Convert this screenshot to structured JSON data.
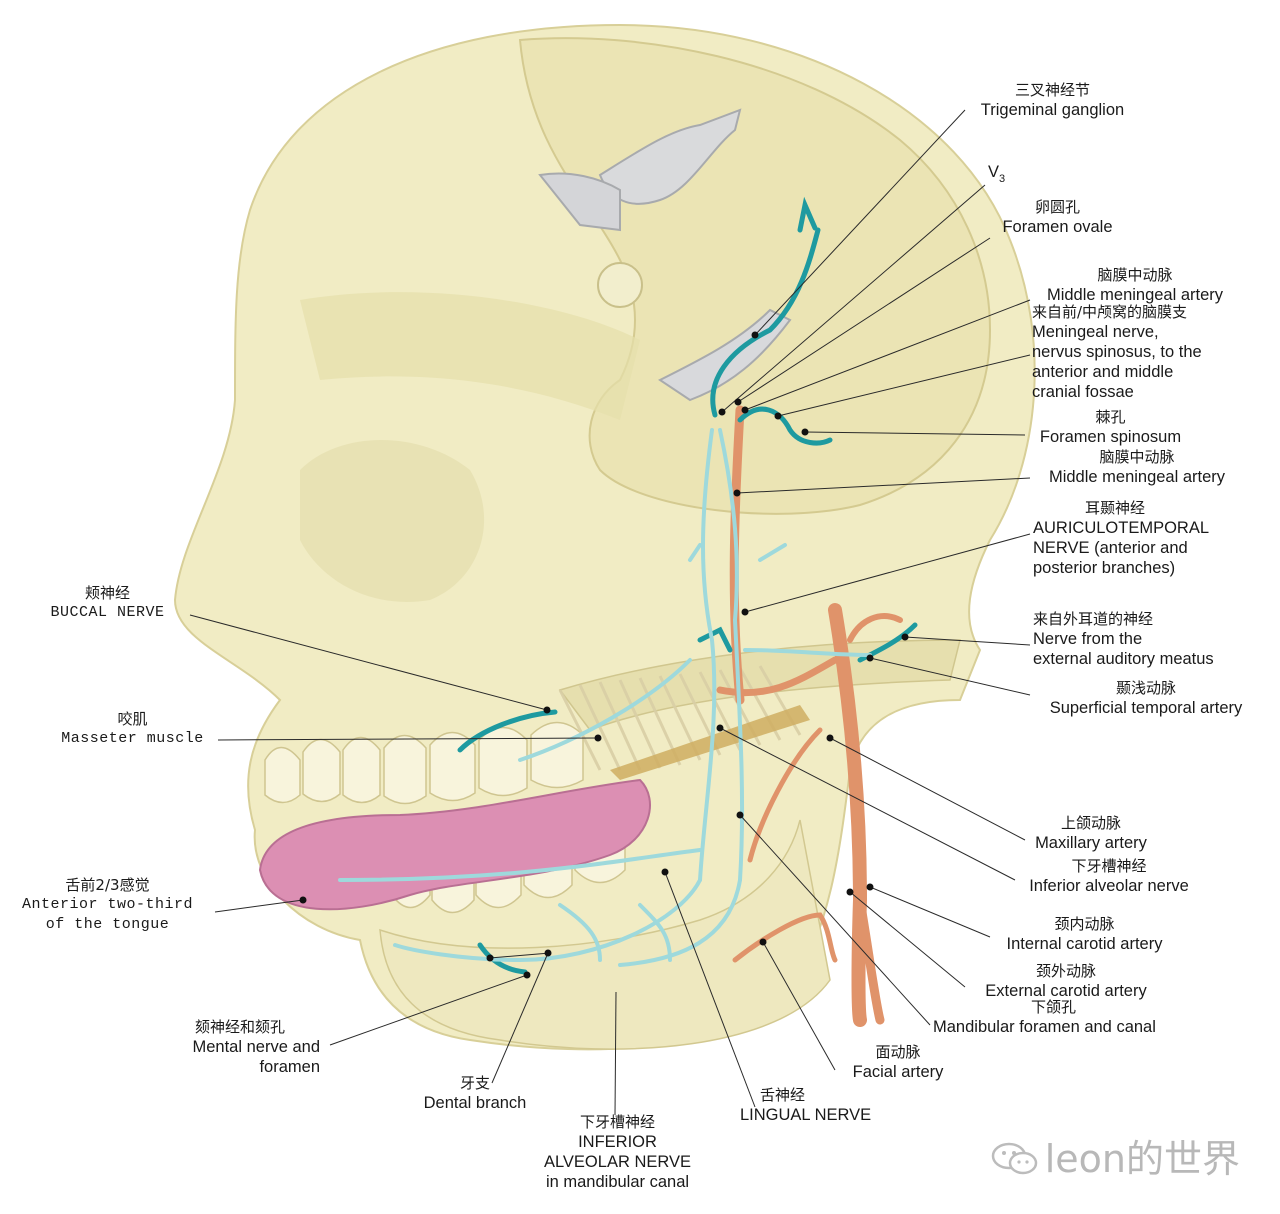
{
  "labels": {
    "trigeminal_ganglion": {
      "zh": "三叉神经节",
      "en": "Trigeminal ganglion"
    },
    "v3": {
      "en": "V",
      "sub": "3"
    },
    "foramen_ovale": {
      "zh": "卵圆孔",
      "en": "Foramen ovale"
    },
    "middle_meningeal_artery_top": {
      "zh": "脑膜中动脉",
      "en": "Middle meningeal artery"
    },
    "meningeal_nerve": {
      "zh": "来自前/中颅窝的脑膜支",
      "en1": "Meningeal nerve,",
      "en2": "nervus spinosus, to the",
      "en3": "anterior and middle",
      "en4": "cranial fossae"
    },
    "foramen_spinosum": {
      "zh": "棘孔",
      "en": "Foramen spinosum"
    },
    "middle_meningeal_artery_low": {
      "zh": "脑膜中动脉",
      "en": "Middle meningeal artery"
    },
    "auriculotemporal": {
      "zh": "耳颞神经",
      "en1": "AURICULOTEMPORAL",
      "en2": "NERVE (anterior and",
      "en3": "posterior branches)"
    },
    "nerve_external_auditory": {
      "zh": "来自外耳道的神经",
      "en1": "Nerve from the",
      "en2": "external auditory meatus"
    },
    "superficial_temporal": {
      "zh": "颞浅动脉",
      "en": "Superficial temporal artery"
    },
    "maxillary_artery": {
      "zh": "上颌动脉",
      "en": "Maxillary artery"
    },
    "inferior_alveolar_nerve_r": {
      "zh": "下牙槽神经",
      "en": "Inferior alveolar nerve"
    },
    "internal_carotid": {
      "zh": "颈内动脉",
      "en": "Internal carotid artery"
    },
    "external_carotid": {
      "zh": "颈外动脉",
      "en": "External carotid artery"
    },
    "mandibular_foramen": {
      "zh": "下颌孔",
      "en": "Mandibular foramen and canal"
    },
    "facial_artery": {
      "zh": "面动脉",
      "en": "Facial artery"
    },
    "lingual_nerve": {
      "zh": "舌神经",
      "en": "LINGUAL NERVE"
    },
    "inferior_alveolar_canal": {
      "zh": "下牙槽神经",
      "en1": "INFERIOR",
      "en2": "ALVEOLAR NERVE",
      "en3": "in mandibular canal"
    },
    "dental_branch": {
      "zh": "牙支",
      "en": "Dental branch"
    },
    "mental_nerve": {
      "zh": "颏神经和颏孔",
      "en1": "Mental nerve and",
      "en2": "foramen"
    },
    "anterior_tongue": {
      "zh": "舌前2/3感觉",
      "en1": "Anterior two-third",
      "en2": "of the tongue"
    },
    "masseter": {
      "zh": "咬肌",
      "en": "Masseter muscle"
    },
    "buccal": {
      "zh": "颊神经",
      "en": "BUCCAL NERVE"
    }
  },
  "watermark": "leon的世界",
  "colors": {
    "bone": "#f1ecc4",
    "bone_shade": "#e3dcaa",
    "nerve_dark": "#1e9aa0",
    "nerve_light": "#9ed9dc",
    "artery": "#e0936a",
    "tongue": "#dc8fb3",
    "leader": "#2a2a2a"
  }
}
